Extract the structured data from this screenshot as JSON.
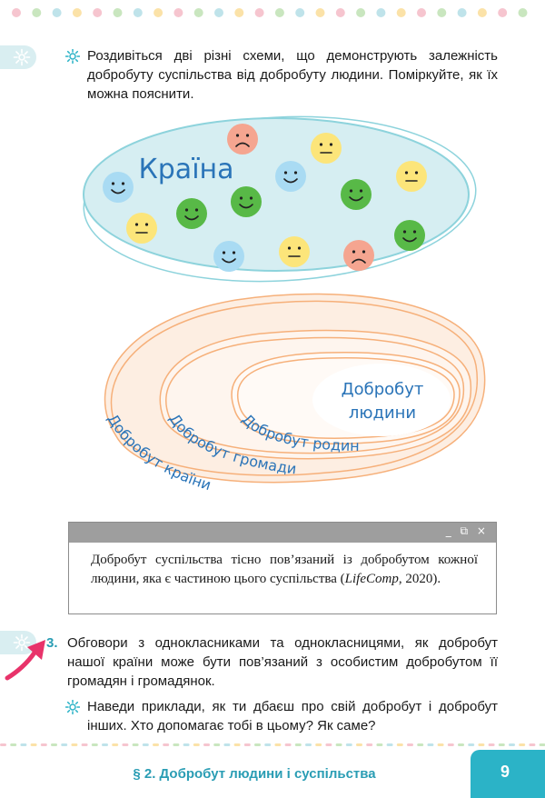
{
  "colors": {
    "accent": "#2bb3c7",
    "accent_dark": "#2a9db4",
    "country_fill": "#d6eef2",
    "country_stroke": "#8dd3dc",
    "wellbeing_stroke": "#f6b07a",
    "wellbeing_fill": "#fdeee2",
    "label_blue": "#2a74b8",
    "face_blue": "#a9dbf3",
    "face_green": "#58b947",
    "face_yellow": "#fce57a",
    "face_red": "#f5a590"
  },
  "intro": {
    "text": "Роздивіться дві різні схеми, що демонструють залежність добробуту суспільства від добробуту людини. Поміркуйте, як їх можна пояснити."
  },
  "diagram1": {
    "label": "Країна",
    "faces": [
      {
        "color": "red",
        "mood": "sad"
      },
      {
        "color": "yellow",
        "mood": "neutral"
      },
      {
        "color": "blue",
        "mood": "happy"
      },
      {
        "color": "blue",
        "mood": "happy"
      },
      {
        "color": "green",
        "mood": "happy"
      },
      {
        "color": "yellow",
        "mood": "neutral"
      },
      {
        "color": "green",
        "mood": "happy"
      },
      {
        "color": "green",
        "mood": "happy"
      },
      {
        "color": "yellow",
        "mood": "neutral"
      },
      {
        "color": "green",
        "mood": "happy"
      },
      {
        "color": "blue",
        "mood": "happy"
      },
      {
        "color": "yellow",
        "mood": "neutral"
      },
      {
        "color": "red",
        "mood": "sad"
      }
    ]
  },
  "diagram2": {
    "core_line1": "Добробут",
    "core_line2": "людини",
    "ring_family": "Добробут родини",
    "ring_community": "Добробут громади",
    "ring_country": "Добробут країни"
  },
  "quote": {
    "window_controls": "_ ⧉ ×",
    "text_before": "Добробут суспільства тісно пов’язаний із добробутом кожної людини, яка є частиною цього суспільства (",
    "source": "LifeComp",
    "text_after": ", 2020)."
  },
  "task3": {
    "number": "3.",
    "text": "Обговори з однокласниками та однокласницями, як добробут нашої країни може бути пов’язаний з особистим добробутом її громадян і громадянок."
  },
  "task3_sub": {
    "text": "Наведи приклади, як ти дбаєш про свій добробут і добробут інших. Хто допомагає тобі в цьому? Як саме?"
  },
  "footer": {
    "title": "§ 2. Добробут людини і суспільства",
    "page": "9"
  }
}
